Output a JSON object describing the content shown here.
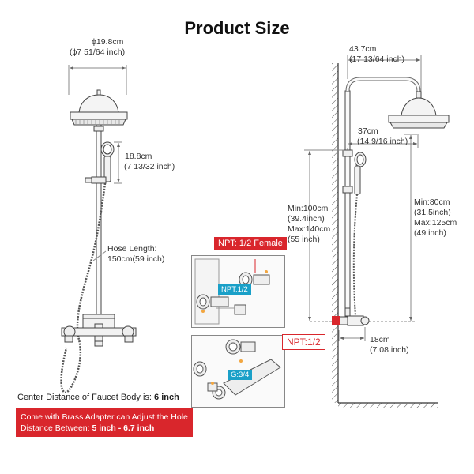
{
  "title": "Product Size",
  "left": {
    "head_diameter_cm": "ϕ19.8cm",
    "head_diameter_in": "(ϕ7 51/64 inch)",
    "handheld_height_cm": "18.8cm",
    "handheld_height_in": "(7 13/32 inch)",
    "hose_length_line1": "Hose Length:",
    "hose_length_line2": "150cm(59 inch)",
    "center_distance_prefix": "Center Distance of Faucet Body is: ",
    "center_distance_value": "6 inch",
    "notice_prefix": "Come with Brass Adapter can Adjust the Hole Distance Between: ",
    "notice_value": "5 inch - 6.7 inch"
  },
  "middle": {
    "npt_female": "NPT: 1/2 Female",
    "npt_half": "NPT:1/2",
    "g34": "G:3/4"
  },
  "right": {
    "arm_length_cm": "43.7cm",
    "arm_length_in": "(17 13/64 inch)",
    "slide_width_cm": "37cm",
    "slide_width_in": "(14 9/16 inch)",
    "height_min_cm": "Min:100cm",
    "height_min_in": "(39.4inch)",
    "height_max_cm": "Max:140cm",
    "height_max_in": "(55 inch)",
    "head_min_cm": "Min:80cm",
    "head_min_in": "(31.5inch)",
    "head_max_cm": "Max:125cm",
    "head_max_in": "(49 inch)",
    "npt_inlet": "NPT:1/2",
    "wall_offset_cm": "18cm",
    "wall_offset_in": "(7.08 inch)"
  }
}
